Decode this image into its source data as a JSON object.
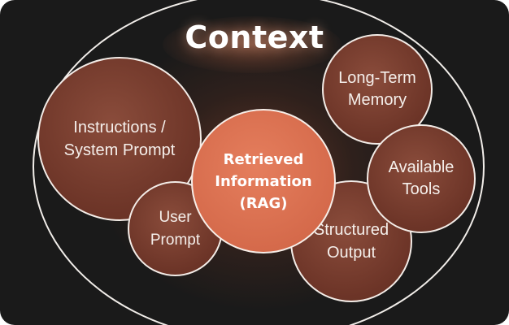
{
  "title": "Context",
  "nodes": {
    "instructions": "Instructions /\nSystem Prompt",
    "long_term_memory": "Long-Term\nMemory",
    "available_tools": "Available\nTools",
    "structured_output": "Structured\nOutput",
    "user_prompt": "User\nPrompt",
    "rag": "Retrieved\nInformation\n(RAG)"
  },
  "colors": {
    "background": "#1a1a1a",
    "bubble": "#6c3427",
    "highlight_bubble": "#d4694a",
    "outline": "#f1ede9"
  }
}
